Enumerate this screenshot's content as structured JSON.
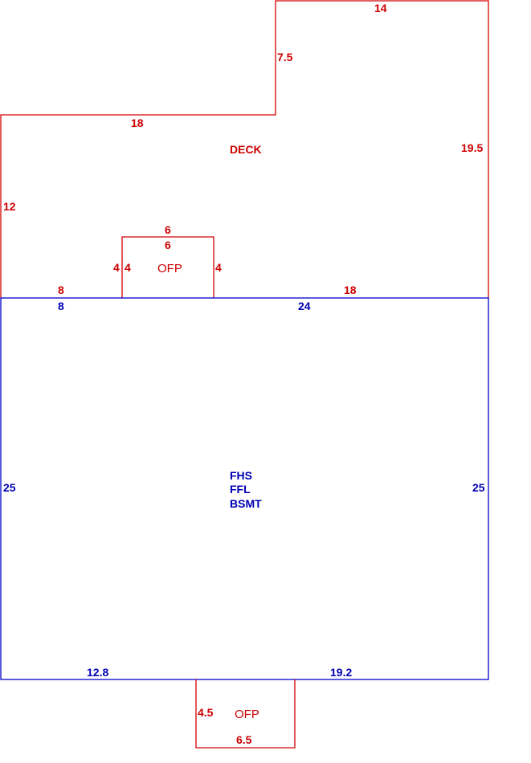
{
  "colors": {
    "deck": "#cc0000",
    "house": "#0000b4"
  },
  "deck": {
    "label": "DECK",
    "dims": {
      "top": "14",
      "step_vertical": "7.5",
      "step_horizontal": "18",
      "right": "19.5",
      "left": "12",
      "bottom_left": "8",
      "bottom_right": "18"
    }
  },
  "ofp_top": {
    "label": "OFP",
    "dims": {
      "top_outer": "6",
      "top_inner": "6",
      "left_outer": "4",
      "left_inner": "4",
      "right": "4"
    }
  },
  "house": {
    "labels": [
      "FHS",
      "FFL",
      "BSMT"
    ],
    "dims": {
      "top_left": "8",
      "top_right": "24",
      "left": "25",
      "right": "25",
      "bottom_left": "12.8",
      "bottom_right": "19.2"
    }
  },
  "ofp_bottom": {
    "label": "OFP",
    "dims": {
      "left": "4.5",
      "bottom": "6.5"
    }
  }
}
